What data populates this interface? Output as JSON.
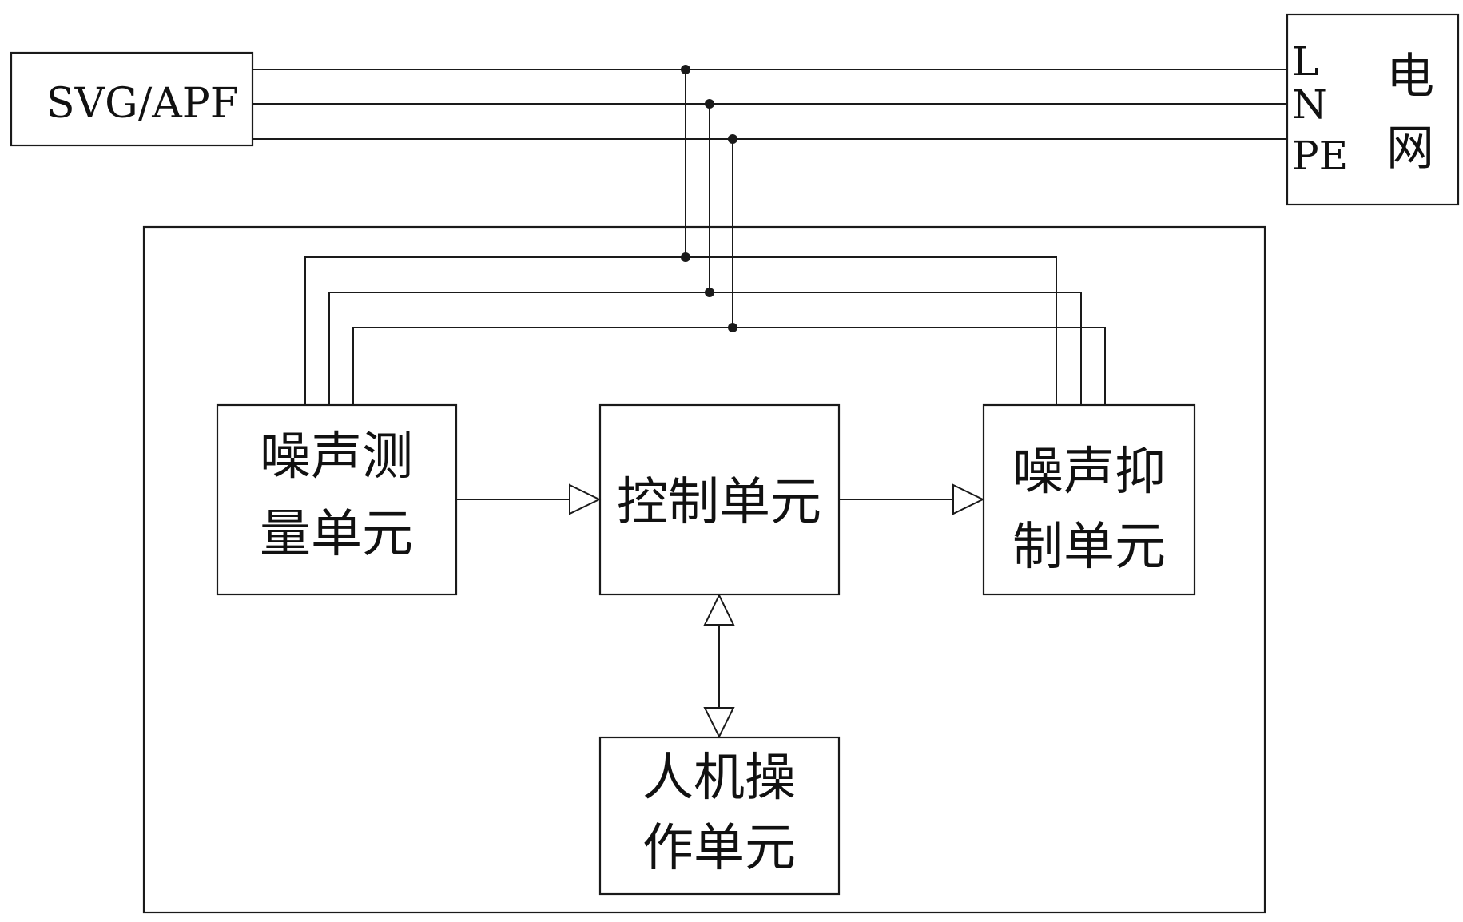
{
  "source_box": {
    "label": "SVG/APF"
  },
  "grid_box": {
    "line_labels": [
      "L",
      "N",
      "PE"
    ],
    "title_line1": "电",
    "title_line2": "网"
  },
  "units": {
    "noise_measurement": {
      "line1": "噪声测",
      "line2": "量单元"
    },
    "control": {
      "line1": "控制单元"
    },
    "noise_suppression": {
      "line1": "噪声抑",
      "line2": "制单元"
    },
    "hmi": {
      "line1": "人机操",
      "line2": "作单元"
    }
  }
}
